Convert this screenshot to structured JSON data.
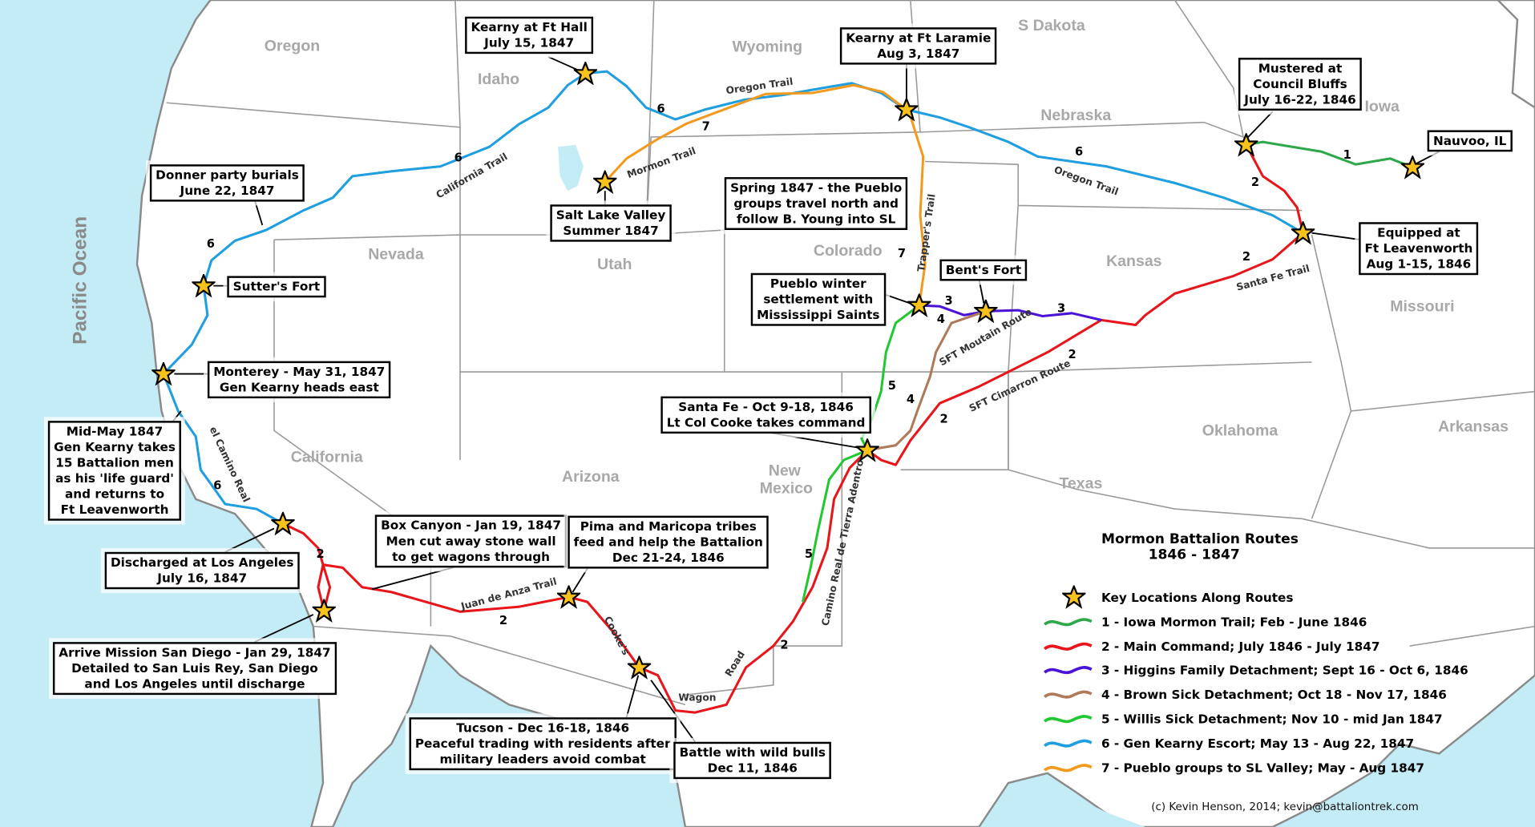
{
  "colors": {
    "ocean": "#c4ecf6",
    "land": "#ffffff",
    "border": "#9a9a9a",
    "star": "#f7c21b",
    "route1": "#2ea84a",
    "route2": "#e8151b",
    "route3": "#4a14d6",
    "route4": "#b07a5a",
    "route5": "#22c832",
    "route6": "#1f9ee0",
    "route7": "#f39a1e"
  },
  "ocean_label": "Pacific Ocean",
  "states": [
    "Oregon",
    "Idaho",
    "Wyoming",
    "S Dakota",
    "Nebraska",
    "Iowa",
    "Nevada",
    "Utah",
    "Colorado",
    "Kansas",
    "Missouri",
    "California",
    "Arizona",
    "New",
    "Mexico",
    "Oklahoma",
    "Arkansas",
    "Texas"
  ],
  "trails": [
    "Oregon Trail",
    "Mormon Trail",
    "California Trail",
    "Oregon Trail",
    "Trapper's Trail",
    "Santa Fe Trail",
    "SFT Moutain Route",
    "SFT Cimarron Route",
    "Camino Real de Tierra Adentro",
    "Juan de Anza Trail",
    "Cooke's",
    "Wagon",
    "Road",
    "el Camino Real"
  ],
  "route_markers": [
    "1",
    "2",
    "2",
    "2",
    "2",
    "2",
    "2",
    "2",
    "3",
    "3",
    "4",
    "4",
    "5",
    "5",
    "6",
    "6",
    "6",
    "6",
    "6",
    "7",
    "7"
  ],
  "callouts": [
    {
      "lines": [
        "Kearny at Ft Hall",
        "July 15, 1847"
      ]
    },
    {
      "lines": [
        "Kearny at Ft Laramie",
        "Aug 3, 1847"
      ]
    },
    {
      "lines": [
        "Mustered at",
        "Council Bluffs",
        "July 16-22, 1846"
      ]
    },
    {
      "lines": [
        "Nauvoo, IL"
      ]
    },
    {
      "lines": [
        "Equipped at",
        "Ft Leavenworth",
        "Aug 1-15, 1846"
      ]
    },
    {
      "lines": [
        "Donner party burials",
        "June 22, 1847"
      ]
    },
    {
      "lines": [
        "Salt Lake Valley",
        "Summer 1847"
      ]
    },
    {
      "lines": [
        "Spring 1847 - the Pueblo",
        "groups travel north and",
        "follow B. Young into SL"
      ]
    },
    {
      "lines": [
        "Bent's Fort"
      ]
    },
    {
      "lines": [
        "Sutter's Fort"
      ]
    },
    {
      "lines": [
        "Pueblo winter",
        "settlement with",
        "Mississippi Saints"
      ]
    },
    {
      "lines": [
        "Monterey - May 31, 1847",
        "Gen Kearny heads east"
      ]
    },
    {
      "lines": [
        "Mid-May 1847",
        "Gen Kearny takes",
        "15 Battalion men",
        "as his 'life guard'",
        "and returns to",
        "Ft Leavenworth"
      ]
    },
    {
      "lines": [
        "Santa Fe - Oct 9-18, 1846",
        "Lt Col Cooke takes command"
      ]
    },
    {
      "lines": [
        "Discharged at Los Angeles",
        "July 16, 1847"
      ]
    },
    {
      "lines": [
        "Box Canyon - Jan 19, 1847",
        "Men cut away stone wall",
        "to get wagons through"
      ]
    },
    {
      "lines": [
        "Pima and Maricopa tribes",
        "feed and help the Battalion",
        "Dec 21-24, 1846"
      ]
    },
    {
      "lines": [
        "Arrive Mission San Diego - Jan 29, 1847",
        "Detailed to San Luis Rey, San Diego",
        "and Los Angeles until discharge"
      ]
    },
    {
      "lines": [
        "Tucson - Dec 16-18, 1846",
        "Peaceful trading with residents after",
        "military leaders avoid combat"
      ]
    },
    {
      "lines": [
        "Battle with wild bulls",
        "Dec 11, 1846"
      ]
    }
  ],
  "legend": {
    "title": "Mormon Battalion Routes",
    "years": "1846 - 1847",
    "key_locations": "Key Locations Along Routes",
    "items": [
      "1 - Iowa Mormon Trail; Feb - June 1846",
      "2 - Main Command; July 1846 - July 1847",
      "3 - Higgins Family Detachment; Sept 16 - Oct 6, 1846",
      "4 - Brown Sick Detachment; Oct 18 - Nov 17, 1846",
      "5 - Willis Sick Detachment; Nov 10 - mid Jan 1847",
      "6 - Gen Kearny Escort; May 13 - Aug 22, 1847",
      "7 - Pueblo groups to SL Valley; May - Aug 1847"
    ]
  },
  "credit": "(c) Kevin Henson, 2014; kevin@battaliontrek.com"
}
